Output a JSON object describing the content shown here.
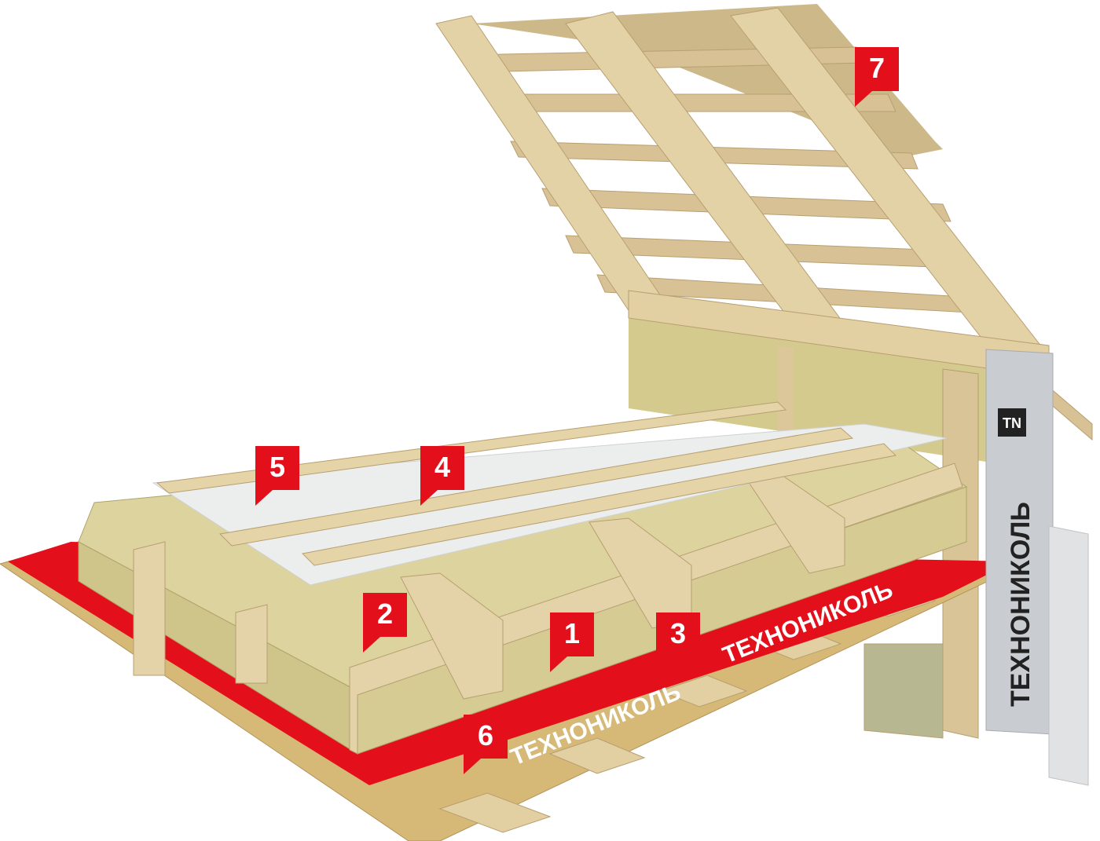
{
  "title": "Утепление перекрытия и кровли",
  "brand": {
    "name": "ТЕХНОНИКОЛЬ",
    "logo": "TN",
    "membrane_color": "#e3101b",
    "silver_membrane_color": "#c9ccd0"
  },
  "colors": {
    "callout": "#e3101b",
    "wood": "#d9c59a",
    "insulation": "#d8cf98",
    "osb": "#d6b877",
    "film": "#e9ebec"
  },
  "callouts": [
    {
      "number": "1",
      "target": "insulation-between-joists"
    },
    {
      "number": "2",
      "target": "insulation-top-layer"
    },
    {
      "number": "3",
      "target": "vapor-barrier-membrane"
    },
    {
      "number": "4",
      "target": "wind-protection-film"
    },
    {
      "number": "5",
      "target": "counter-battens"
    },
    {
      "number": "6",
      "target": "osb-subfloor"
    },
    {
      "number": "7",
      "target": "roof-sheathing"
    }
  ]
}
